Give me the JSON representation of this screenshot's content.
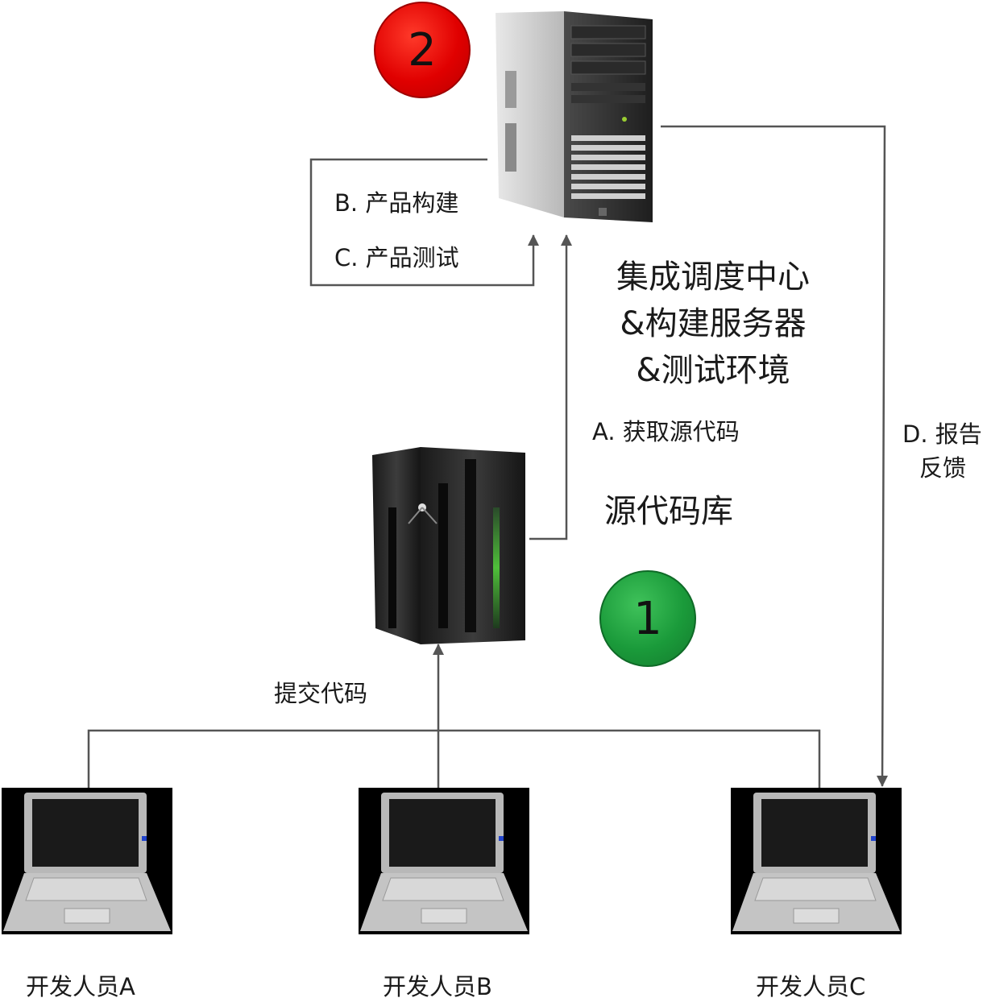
{
  "badges": {
    "step1": "1",
    "step2": "2"
  },
  "server": {
    "title_lines": [
      "集成调度中心",
      "&构建服务器",
      "&测试环境"
    ]
  },
  "repository": {
    "title": "源代码库"
  },
  "steps": {
    "a": "A. 获取源代码",
    "b": "B. 产品构建",
    "c": "C. 产品测试",
    "d_line1": "D. 报告",
    "d_line2": "反馈",
    "commit": "提交代码"
  },
  "developers": [
    "开发人员A",
    "开发人员B",
    "开发人员C"
  ],
  "colors": {
    "badge_red": "#e00000",
    "badge_green": "#1a9a3a",
    "line": "#555555"
  }
}
